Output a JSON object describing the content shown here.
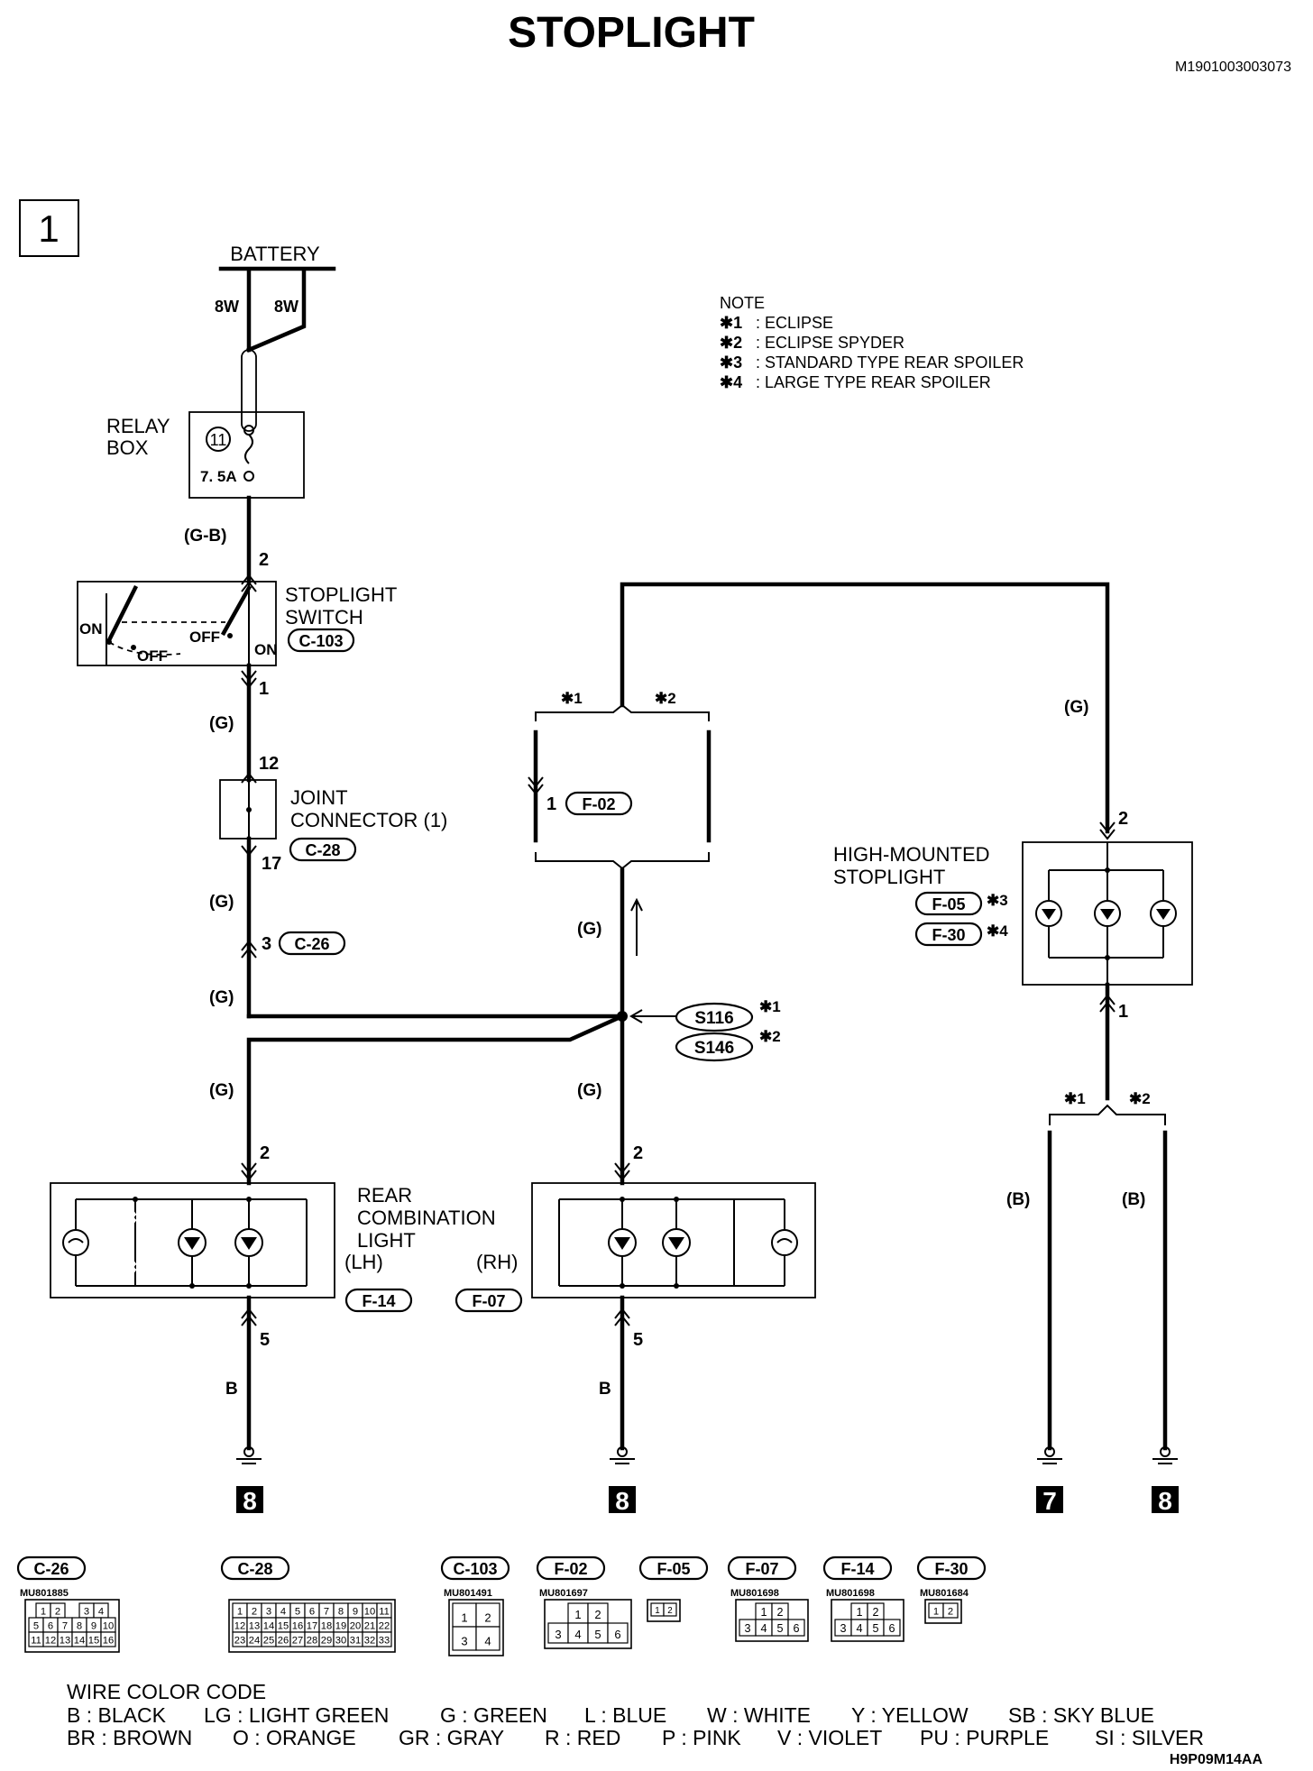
{
  "title": "STOPLIGHT",
  "doc_id": "M1901003003073",
  "figure_id": "H9P09M14AA",
  "page_number": "1",
  "note": {
    "heading": "NOTE",
    "items": [
      {
        "mark": "✱1",
        "text": ": ECLIPSE"
      },
      {
        "mark": "✱2",
        "text": ": ECLIPSE SPYDER"
      },
      {
        "mark": "✱3",
        "text": ": STANDARD TYPE REAR SPOILER"
      },
      {
        "mark": "✱4",
        "text": ": LARGE TYPE REAR SPOILER"
      }
    ]
  },
  "labels": {
    "battery": "BATTERY",
    "wire_8w": "8W",
    "relay_box_1": "RELAY",
    "relay_box_2": "BOX",
    "fuse_number": "11",
    "fuse_rating": "7. 5A",
    "stoplight_switch_1": "STOPLIGHT",
    "stoplight_switch_2": "SWITCH",
    "on": "ON",
    "off": "OFF",
    "joint_connector_1": "JOINT",
    "joint_connector_2": "CONNECTOR (1)",
    "rear_combination_1": "REAR",
    "rear_combination_2": "COMBINATION",
    "rear_combination_3": "LIGHT",
    "lh": "(LH)",
    "rh": "(RH)",
    "high_mounted_1": "HIGH-MOUNTED",
    "high_mounted_2": "STOPLIGHT",
    "wire_gb": "(G-B)",
    "wire_g": "(G)",
    "wire_b_paren": "(B)",
    "wire_b": "B",
    "star1": "✱1",
    "star2": "✱2",
    "star3": "✱3",
    "star4": "✱4",
    "ground_8": "8",
    "ground_7": "7"
  },
  "pins": {
    "sw_in": "2",
    "sw_out": "1",
    "jc_in": "12",
    "jc_out": "17",
    "c26": "3",
    "f02": "1",
    "rcl_in": "2",
    "rcl_gnd": "5",
    "hms_in": "2",
    "hms_gnd": "1"
  },
  "connectors": {
    "c26": "C-26",
    "c28": "C-28",
    "c103": "C-103",
    "f02": "F-02",
    "f05": "F-05",
    "f07": "F-07",
    "f14": "F-14",
    "f30": "F-30"
  },
  "splices": {
    "s116": "S116",
    "s146": "S146"
  },
  "connector_views": [
    {
      "id": "C-26",
      "part": "MU801885",
      "rows": [
        [
          "1",
          "2",
          "",
          "3",
          "4"
        ],
        [
          "5",
          "6",
          "7",
          "8",
          "9",
          "10"
        ],
        [
          "11",
          "12",
          "13",
          "14",
          "15",
          "16"
        ]
      ]
    },
    {
      "id": "C-28",
      "part": "",
      "rows": [
        [
          "1",
          "2",
          "3",
          "4",
          "5",
          "6",
          "7",
          "8",
          "9",
          "10",
          "11"
        ],
        [
          "12",
          "13",
          "14",
          "15",
          "16",
          "17",
          "18",
          "19",
          "20",
          "21",
          "22"
        ],
        [
          "23",
          "24",
          "25",
          "26",
          "27",
          "28",
          "29",
          "30",
          "31",
          "32",
          "33"
        ]
      ]
    },
    {
      "id": "C-103",
      "part": "MU801491",
      "rows": [
        [
          "1",
          "2"
        ],
        [
          "3",
          "4"
        ]
      ]
    },
    {
      "id": "F-02",
      "part": "MU801697",
      "rows": [
        [
          "1",
          "2"
        ],
        [
          "3",
          "4",
          "5",
          "6"
        ]
      ]
    },
    {
      "id": "F-05",
      "part": "",
      "rows": [
        [
          "1",
          "2"
        ]
      ]
    },
    {
      "id": "F-07",
      "part": "MU801698",
      "rows": [
        [
          "1",
          "2"
        ],
        [
          "3",
          "4",
          "5",
          "6"
        ]
      ]
    },
    {
      "id": "F-14",
      "part": "MU801698",
      "rows": [
        [
          "1",
          "2"
        ],
        [
          "3",
          "4",
          "5",
          "6"
        ]
      ]
    },
    {
      "id": "F-30",
      "part": "MU801684",
      "rows": [
        [
          "1",
          "2"
        ]
      ]
    }
  ],
  "wire_color_code": {
    "heading": "WIRE COLOR CODE",
    "row1": [
      "B : BLACK",
      "LG : LIGHT GREEN",
      "G : GREEN",
      "L : BLUE",
      "W : WHITE",
      "Y : YELLOW",
      "SB : SKY BLUE"
    ],
    "row2": [
      "BR : BROWN",
      "O : ORANGE",
      "GR : GRAY",
      "R : RED",
      "P : PINK",
      "V : VIOLET",
      "PU : PURPLE",
      "SI : SILVER"
    ]
  }
}
